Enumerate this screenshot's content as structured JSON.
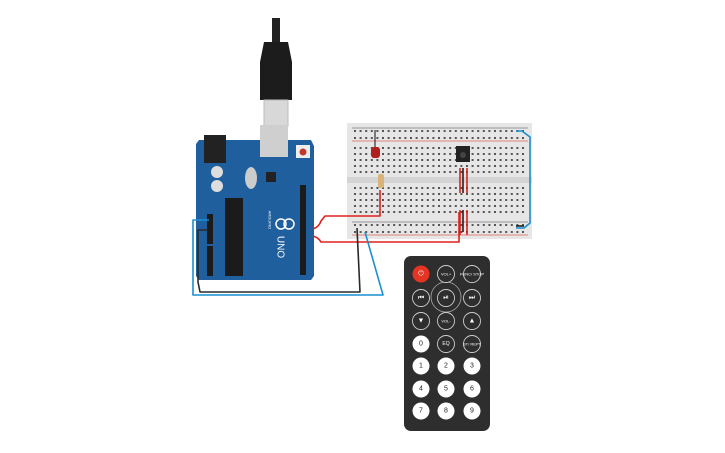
{
  "arduino": {
    "brand": "ARDUINO",
    "model": "UNO",
    "color": "#1f5f9e"
  },
  "breadboard": {
    "color": "#e6e6e6"
  },
  "remote": {
    "color": "#2e2e2e",
    "power_color": "#e53424",
    "buttons": [
      {
        "id": "power",
        "label": "⏻",
        "style": "power"
      },
      {
        "id": "vol-up",
        "label": "VOL+",
        "style": "outline"
      },
      {
        "id": "func-stop",
        "label": "FUNC/ STOP",
        "style": "outline"
      },
      {
        "id": "prev",
        "label": "⏮",
        "style": "outline"
      },
      {
        "id": "play-pause",
        "label": "⏯",
        "style": "outline"
      },
      {
        "id": "next",
        "label": "⏭",
        "style": "outline"
      },
      {
        "id": "down",
        "label": "▼",
        "style": "outline"
      },
      {
        "id": "vol-down",
        "label": "VOL-",
        "style": "outline"
      },
      {
        "id": "up",
        "label": "▲",
        "style": "outline"
      },
      {
        "id": "0",
        "label": "0",
        "style": "white"
      },
      {
        "id": "eq",
        "label": "EQ",
        "style": "outline"
      },
      {
        "id": "st-rept",
        "label": "ST/ REPT",
        "style": "outline"
      },
      {
        "id": "1",
        "label": "1",
        "style": "white"
      },
      {
        "id": "2",
        "label": "2",
        "style": "white"
      },
      {
        "id": "3",
        "label": "3",
        "style": "white"
      },
      {
        "id": "4",
        "label": "4",
        "style": "white"
      },
      {
        "id": "5",
        "label": "5",
        "style": "white"
      },
      {
        "id": "6",
        "label": "6",
        "style": "white"
      },
      {
        "id": "7",
        "label": "7",
        "style": "white"
      },
      {
        "id": "8",
        "label": "8",
        "style": "white"
      },
      {
        "id": "9",
        "label": "9",
        "style": "white"
      }
    ]
  },
  "wires": {
    "red": "#e0201b",
    "black": "#2a2a2a",
    "blue": "#1a8fd0"
  }
}
